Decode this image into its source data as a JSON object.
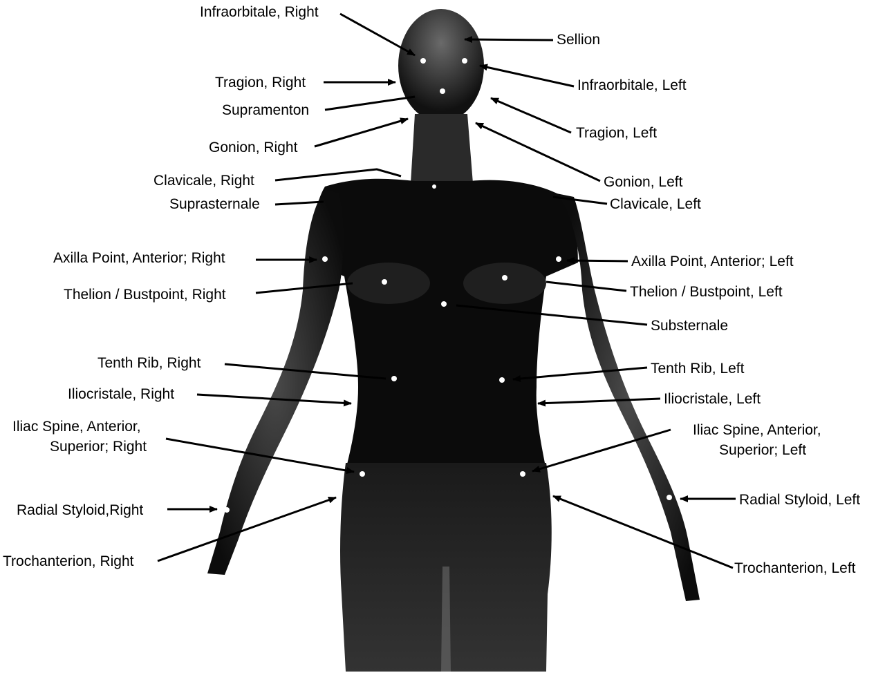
{
  "labels": {
    "infraorbitale_right": "Infraorbitale, Right",
    "sellion": "Sellion",
    "tragion_right": "Tragion, Right",
    "infraorbitale_left": "Infraorbitale, Left",
    "supramenton": "Supramenton",
    "tragion_left": "Tragion, Left",
    "gonion_right": "Gonion, Right",
    "clavicale_right": "Clavicale, Right",
    "gonion_left": "Gonion, Left",
    "suprasternale": "Suprasternale",
    "clavicale_left": "Clavicale, Left",
    "axilla_right": "Axilla Point, Anterior; Right",
    "axilla_left": "Axilla Point, Anterior; Left",
    "thelion_right": "Thelion / Bustpoint, Right",
    "thelion_left": "Thelion / Bustpoint, Left",
    "substernale": "Substernale",
    "tenth_rib_right": "Tenth Rib, Right",
    "tenth_rib_left": "Tenth Rib, Left",
    "iliocristale_right": "Iliocristale, Right",
    "iliocristale_left": "Iliocristale, Left",
    "iliac_spine_right_1": "Iliac Spine, Anterior,",
    "iliac_spine_right_2": "Superior; Right",
    "iliac_spine_left_1": "Iliac Spine, Anterior,",
    "iliac_spine_left_2": "Superior; Left",
    "radial_styloid_right": "Radial Styloid,Right",
    "radial_styloid_left": "Radial Styloid, Left",
    "trochanterion_right": "Trochanterion, Right",
    "trochanterion_left": "Trochanterion, Left"
  },
  "colors": {
    "background": "#ffffff",
    "body_silhouette": "#0b0b0b",
    "body_highlight": "#555555",
    "landmark_dot": "#ffffff",
    "line": "#000000"
  }
}
